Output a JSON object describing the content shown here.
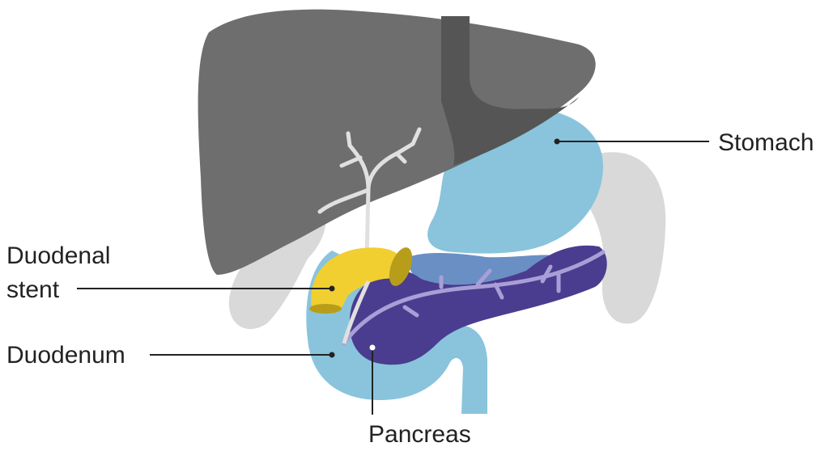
{
  "labels": {
    "stomach": "Stomach",
    "duodenal_stent_line1": "Duodenal",
    "duodenal_stent_line2": "stent",
    "duodenum": "Duodenum",
    "pancreas": "Pancreas"
  },
  "colors": {
    "liver": "#6b6b6b",
    "stomach": "#89c4dc",
    "spleen": "#d9d9d9",
    "pancreas": "#4a3c8f",
    "stent": "#f2cf30",
    "stent_shadow": "#b89d1a",
    "ducts": "#a99fd6"
  }
}
